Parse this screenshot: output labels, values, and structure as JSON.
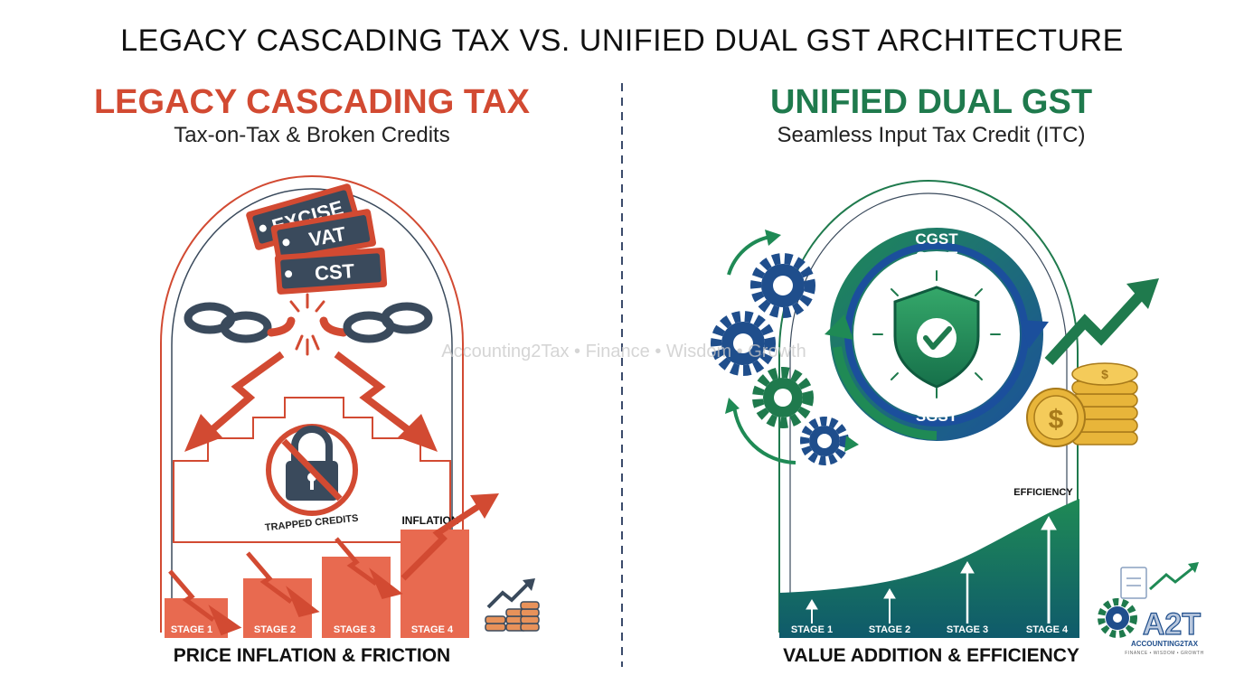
{
  "title": "LEGACY CASCADING TAX VS. UNIFIED DUAL GST ARCHITECTURE",
  "left": {
    "heading": "LEGACY CASCADING TAX",
    "subheading": "Tax-on-Tax & Broken Credits",
    "tags": [
      "EXCISE",
      "VAT",
      "CST"
    ],
    "lock_label": "TRAPPED CREDITS",
    "inflation_label": "INFLATION",
    "stages": [
      "STAGE 1",
      "STAGE 2",
      "STAGE 3",
      "STAGE 4"
    ],
    "footer": "PRICE INFLATION & FRICTION"
  },
  "right": {
    "heading": "UNIFIED DUAL GST",
    "subheading": "Seamless Input Tax Credit (ITC)",
    "ring_labels": [
      "CGST",
      "SGST",
      "SGST"
    ],
    "efficiency_label": "EFFICIENCY",
    "stages": [
      "STAGE 1",
      "STAGE 2",
      "STAGE 3",
      "STAGE 4"
    ],
    "footer": "VALUE ADDITION & EFFICIENCY"
  },
  "watermark": "Accounting2Tax • Finance • Wisdom • Growth",
  "brand": {
    "logo": "A2T",
    "name": "ACCOUNTING2TAX",
    "tagline": "FINANCE • WISDOM • GROWTH"
  },
  "colors": {
    "legacy_red": "#d24a32",
    "bar_red": "#e86a50",
    "gst_green": "#1f7a4d",
    "gst_blue": "#2454a6",
    "navy": "#3a4a5c",
    "gold": "#e8b53a"
  },
  "icons": [
    "tag-icon",
    "broken-chain-icon",
    "lock-icon",
    "gear-icon",
    "shield-check-icon",
    "coin-stack-icon",
    "dollar-coin-icon",
    "trend-arrow-icon"
  ]
}
